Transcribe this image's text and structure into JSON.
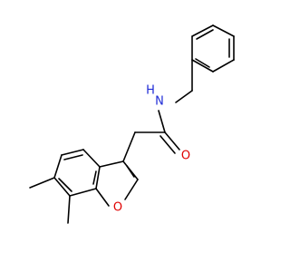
{
  "molecule": {
    "atoms": {
      "nitrogen": {
        "label": "N",
        "hydrogen": "H",
        "color": "#1f2bd6"
      },
      "carbonyl_oxygen": {
        "label": "O",
        "color": "#e00000"
      },
      "furan_oxygen": {
        "label": "O",
        "color": "#e00000"
      }
    },
    "bond_color": "#000000"
  }
}
